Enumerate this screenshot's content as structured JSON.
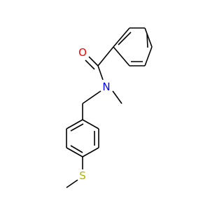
{
  "molecule": {
    "name": "",
    "colors": {
      "bond": "#000000",
      "oxygen": "#ff0000",
      "nitrogen": "#0000ff",
      "sulfur": "#b2b200"
    },
    "atoms": {
      "O": {
        "symbol": "O",
        "color": "#ff0000"
      },
      "N": {
        "symbol": "N",
        "color": "#0000ff"
      },
      "S": {
        "symbol": "S",
        "color": "#b2b200"
      }
    }
  }
}
